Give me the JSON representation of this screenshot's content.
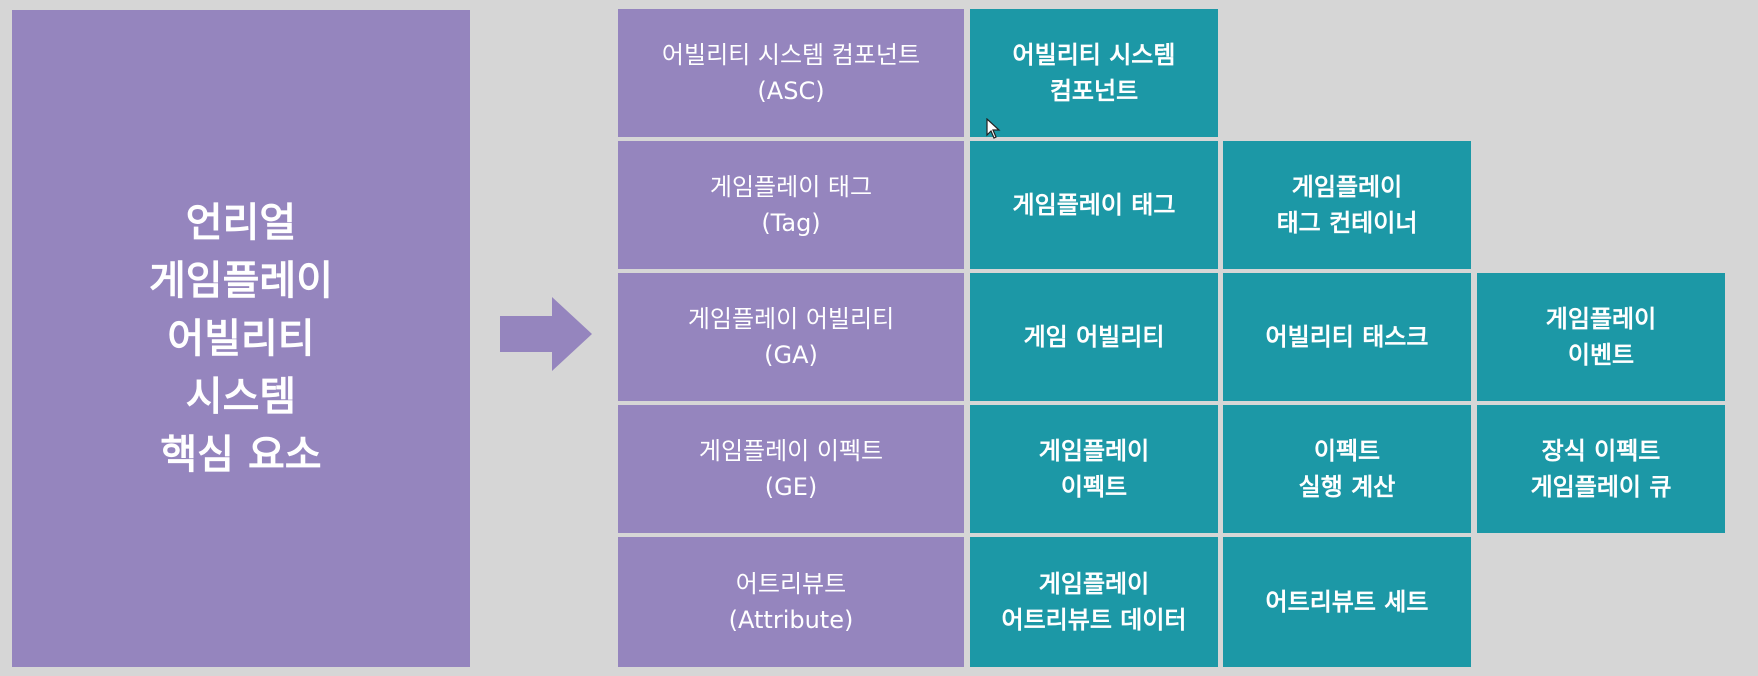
{
  "title": {
    "lines": [
      "언리얼",
      "게임플레이",
      "어빌리티",
      "시스템",
      "핵심 요소"
    ]
  },
  "colors": {
    "background": "#d6d6d6",
    "purple": "#9585be",
    "teal": "#1c98a6",
    "arrow": "#9585be"
  },
  "rows": [
    {
      "label": {
        "line1": "어빌리티 시스템 컴포넌트",
        "line2": "(ASC)"
      },
      "items": [
        {
          "line1": "어빌리티 시스템",
          "line2": "컴포넌트"
        }
      ]
    },
    {
      "label": {
        "line1": "게임플레이 태그",
        "line2": "(Tag)"
      },
      "items": [
        {
          "line1": "게임플레이 태그",
          "line2": ""
        },
        {
          "line1": "게임플레이",
          "line2": "태그 컨테이너"
        }
      ]
    },
    {
      "label": {
        "line1": "게임플레이 어빌리티",
        "line2": "(GA)"
      },
      "items": [
        {
          "line1": "게임 어빌리티",
          "line2": ""
        },
        {
          "line1": "어빌리티 태스크",
          "line2": ""
        },
        {
          "line1": "게임플레이",
          "line2": "이벤트"
        }
      ]
    },
    {
      "label": {
        "line1": "게임플레이 이펙트",
        "line2": "(GE)"
      },
      "items": [
        {
          "line1": "게임플레이",
          "line2": "이펙트"
        },
        {
          "line1": "이펙트",
          "line2": "실행 계산"
        },
        {
          "line1": "장식 이펙트",
          "line2": "게임플레이 큐"
        }
      ]
    },
    {
      "label": {
        "line1": "어트리뷰트",
        "line2": "(Attribute)"
      },
      "items": [
        {
          "line1": "게임플레이",
          "line2": "어트리뷰트 데이터"
        },
        {
          "line1": "어트리뷰트 세트",
          "line2": ""
        }
      ]
    }
  ]
}
